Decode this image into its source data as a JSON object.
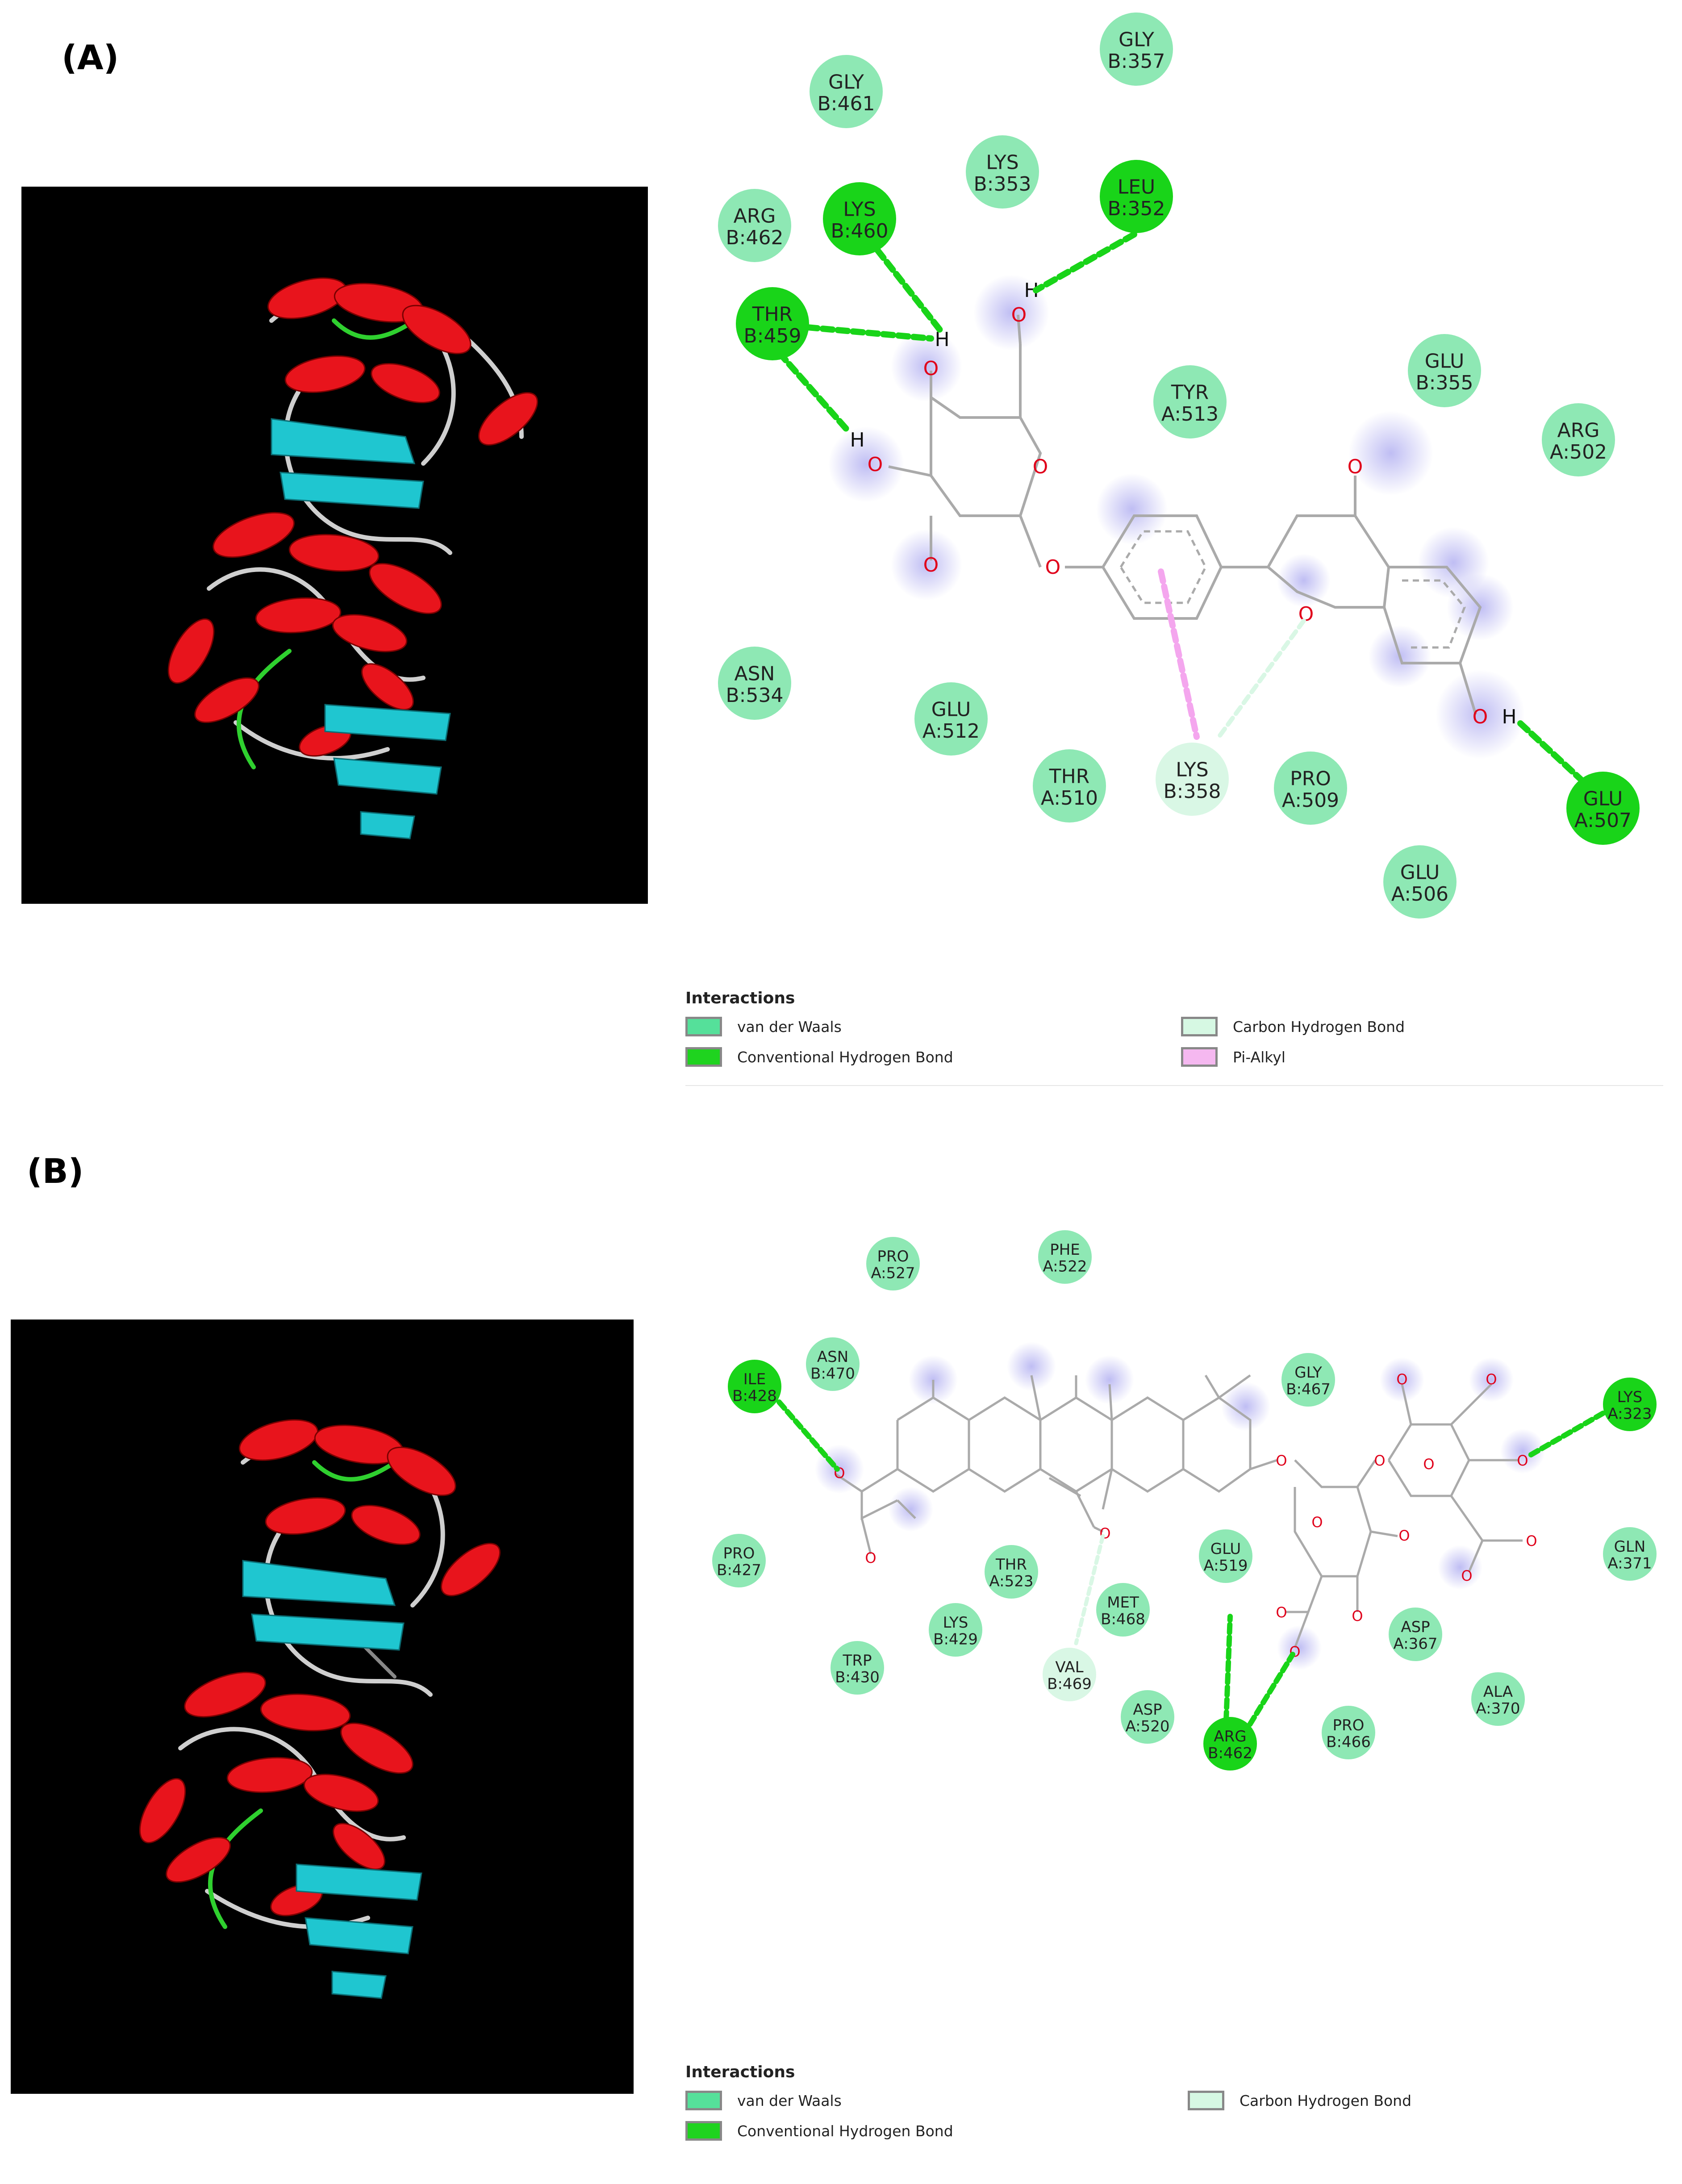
{
  "panels": [
    {
      "label": "(A)",
      "residues": [
        {
          "name": "GLY",
          "id": "B:461",
          "type": "vdw"
        },
        {
          "name": "GLY",
          "id": "B:357",
          "type": "vdw"
        },
        {
          "name": "LYS",
          "id": "B:353",
          "type": "vdw"
        },
        {
          "name": "LEU",
          "id": "B:352",
          "type": "hbond"
        },
        {
          "name": "ARG",
          "id": "B:462",
          "type": "vdw"
        },
        {
          "name": "LYS",
          "id": "B:460",
          "type": "hbond"
        },
        {
          "name": "THR",
          "id": "B:459",
          "type": "hbond"
        },
        {
          "name": "TYR",
          "id": "A:513",
          "type": "vdw"
        },
        {
          "name": "GLU",
          "id": "B:355",
          "type": "vdw"
        },
        {
          "name": "ARG",
          "id": "A:502",
          "type": "vdw"
        },
        {
          "name": "ASN",
          "id": "B:534",
          "type": "vdw"
        },
        {
          "name": "GLU",
          "id": "A:512",
          "type": "vdw"
        },
        {
          "name": "THR",
          "id": "A:510",
          "type": "vdw"
        },
        {
          "name": "LYS",
          "id": "B:358",
          "type": "chbond"
        },
        {
          "name": "PRO",
          "id": "A:509",
          "type": "vdw"
        },
        {
          "name": "GLU",
          "id": "A:507",
          "type": "hbond"
        },
        {
          "name": "GLU",
          "id": "A:506",
          "type": "vdw"
        }
      ],
      "legend": {
        "title": "Interactions",
        "items": [
          {
            "label": "van der Waals",
            "color": "#55e09a"
          },
          {
            "label": "Conventional Hydrogen Bond",
            "color": "#1fd31f"
          },
          {
            "label": "Carbon Hydrogen Bond",
            "color": "#d6f8e3"
          },
          {
            "label": "Pi-Alkyl",
            "color": "#f5b8f0"
          }
        ]
      }
    },
    {
      "label": "(B)",
      "residues": [
        {
          "name": "PRO",
          "id": "A:527",
          "type": "vdw"
        },
        {
          "name": "PHE",
          "id": "A:522",
          "type": "vdw"
        },
        {
          "name": "ASN",
          "id": "B:470",
          "type": "vdw"
        },
        {
          "name": "ILE",
          "id": "B:428",
          "type": "hbond"
        },
        {
          "name": "GLY",
          "id": "B:467",
          "type": "vdw"
        },
        {
          "name": "LYS",
          "id": "A:323",
          "type": "hbond"
        },
        {
          "name": "PRO",
          "id": "B:427",
          "type": "vdw"
        },
        {
          "name": "THR",
          "id": "A:523",
          "type": "vdw"
        },
        {
          "name": "GLU",
          "id": "A:519",
          "type": "vdw"
        },
        {
          "name": "GLN",
          "id": "A:371",
          "type": "vdw"
        },
        {
          "name": "MET",
          "id": "B:468",
          "type": "vdw"
        },
        {
          "name": "LYS",
          "id": "B:429",
          "type": "vdw"
        },
        {
          "name": "TRP",
          "id": "B:430",
          "type": "vdw"
        },
        {
          "name": "VAL",
          "id": "B:469",
          "type": "chbond"
        },
        {
          "name": "ASP",
          "id": "A:367",
          "type": "vdw"
        },
        {
          "name": "ALA",
          "id": "A:370",
          "type": "vdw"
        },
        {
          "name": "ASP",
          "id": "A:520",
          "type": "vdw"
        },
        {
          "name": "ARG",
          "id": "B:462",
          "type": "hbond"
        },
        {
          "name": "PRO",
          "id": "B:466",
          "type": "vdw"
        }
      ],
      "legend": {
        "title": "Interactions",
        "items": [
          {
            "label": "van der Waals",
            "color": "#55e09a"
          },
          {
            "label": "Conventional Hydrogen Bond",
            "color": "#1fd31f"
          },
          {
            "label": "Carbon Hydrogen Bond",
            "color": "#d6f8e3"
          }
        ]
      }
    }
  ],
  "atoms": {
    "O": "O",
    "H": "H"
  },
  "colors": {
    "vdw": "#8ee8b4",
    "hbond": "#19d419",
    "chbond": "#d9f7e5",
    "pialkyl": "#f4a6ee",
    "oxygen": "#e0001a",
    "bond": "#aaaaaa",
    "halo": "#c9c8f5"
  }
}
